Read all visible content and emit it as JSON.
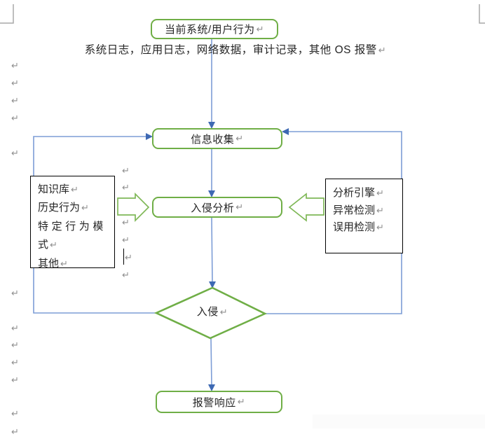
{
  "marks": {
    "return": "↵"
  },
  "colors": {
    "shape_green": "#6fae46",
    "block_arrow_green": "#7fb857",
    "connector_blue": "#7d9dd6",
    "arrowhead_blue": "#3e69b3",
    "box_border_black": "#000000",
    "paragraph_mark_gray": "#8f8f8f"
  },
  "flowchart": {
    "top_box": {
      "label": "当前系统/用户行为"
    },
    "caption": "系统日志，应用日志，网络数据，审计记录，其他 OS 报警",
    "collect_box": {
      "label": "信息收集"
    },
    "analyze_box": {
      "label": "入侵分析"
    },
    "decision": {
      "label": "入侵"
    },
    "response_box": {
      "label": "报警响应"
    },
    "knowledge_box": {
      "lines": [
        {
          "text": "知识库",
          "mark": "↵"
        },
        {
          "text": "历史行为",
          "mark": "↵"
        },
        {
          "text": "特定行为模",
          "mark": ""
        },
        {
          "text": "式",
          "mark": "↵"
        },
        {
          "text": "其他",
          "mark": "↵"
        }
      ]
    },
    "engine_box": {
      "lines": [
        {
          "text": "分析引擎",
          "mark": "↵"
        },
        {
          "text": "异常检测",
          "mark": "↵"
        },
        {
          "text": "误用检测",
          "mark": "↵"
        }
      ]
    }
  }
}
